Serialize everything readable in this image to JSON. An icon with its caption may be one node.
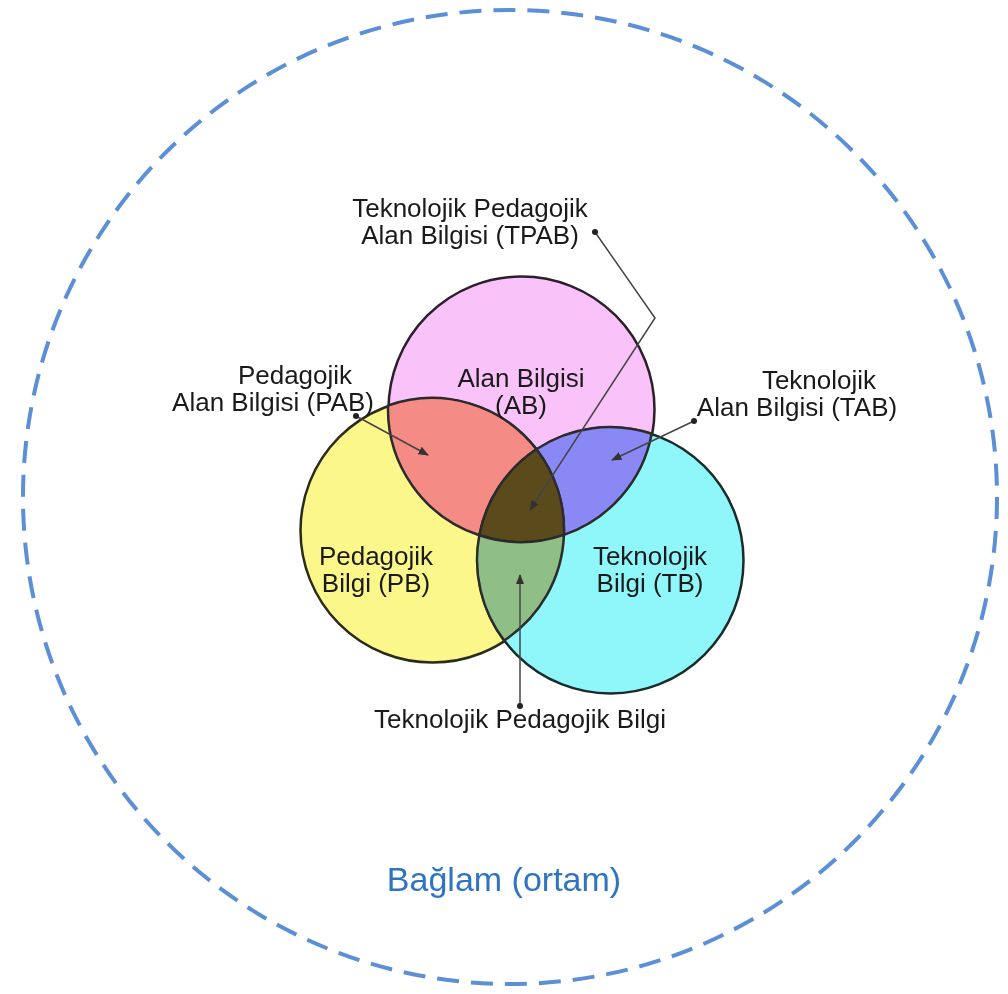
{
  "diagram": {
    "nodes": [
      {
        "text": [
          "Bağlam (ortam)"
        ]
      },
      {
        "text": [
          "Teknolojik Pedagojik Alan Bilgisi (TPAB)"
        ],
        "in": 0
      },
      {
        "text": [
          "Alan Bilgisi (AB)"
        ],
        "in": 0
      },
      {
        "text": [
          "Pedagojik Alan Bilgisi (PAB)"
        ],
        "in": 0
      },
      {
        "text": [
          "Teknolojik Alan Bilgisi (TAB)"
        ],
        "in": 0
      },
      {
        "text": [
          "Pedagojik Bilgi (PB)"
        ],
        "in": 0
      },
      {
        "text": [
          "Teknolojik Bilgi (TB)"
        ],
        "in": 0
      },
      {
        "text": [],
        "shape": "lens"
      },
      {
        "text": [],
        "shape": "lens"
      },
      {
        "text": [],
        "shape": "triangle"
      },
      {
        "text": [],
        "shape": "lens"
      },
      {
        "text": [
          "Teknolojik Pedagojik Bilgi"
        ],
        "in": 0
      }
    ],
    "edges": [
      {
        "from": 1,
        "to": 9,
        "arrow": "to"
      },
      {
        "from": 3,
        "to": 7,
        "arrow": "to"
      },
      {
        "from": 4,
        "to": 8,
        "arrow": "to"
      },
      {
        "from": 11,
        "to": 10,
        "arrow": "to"
      }
    ]
  }
}
